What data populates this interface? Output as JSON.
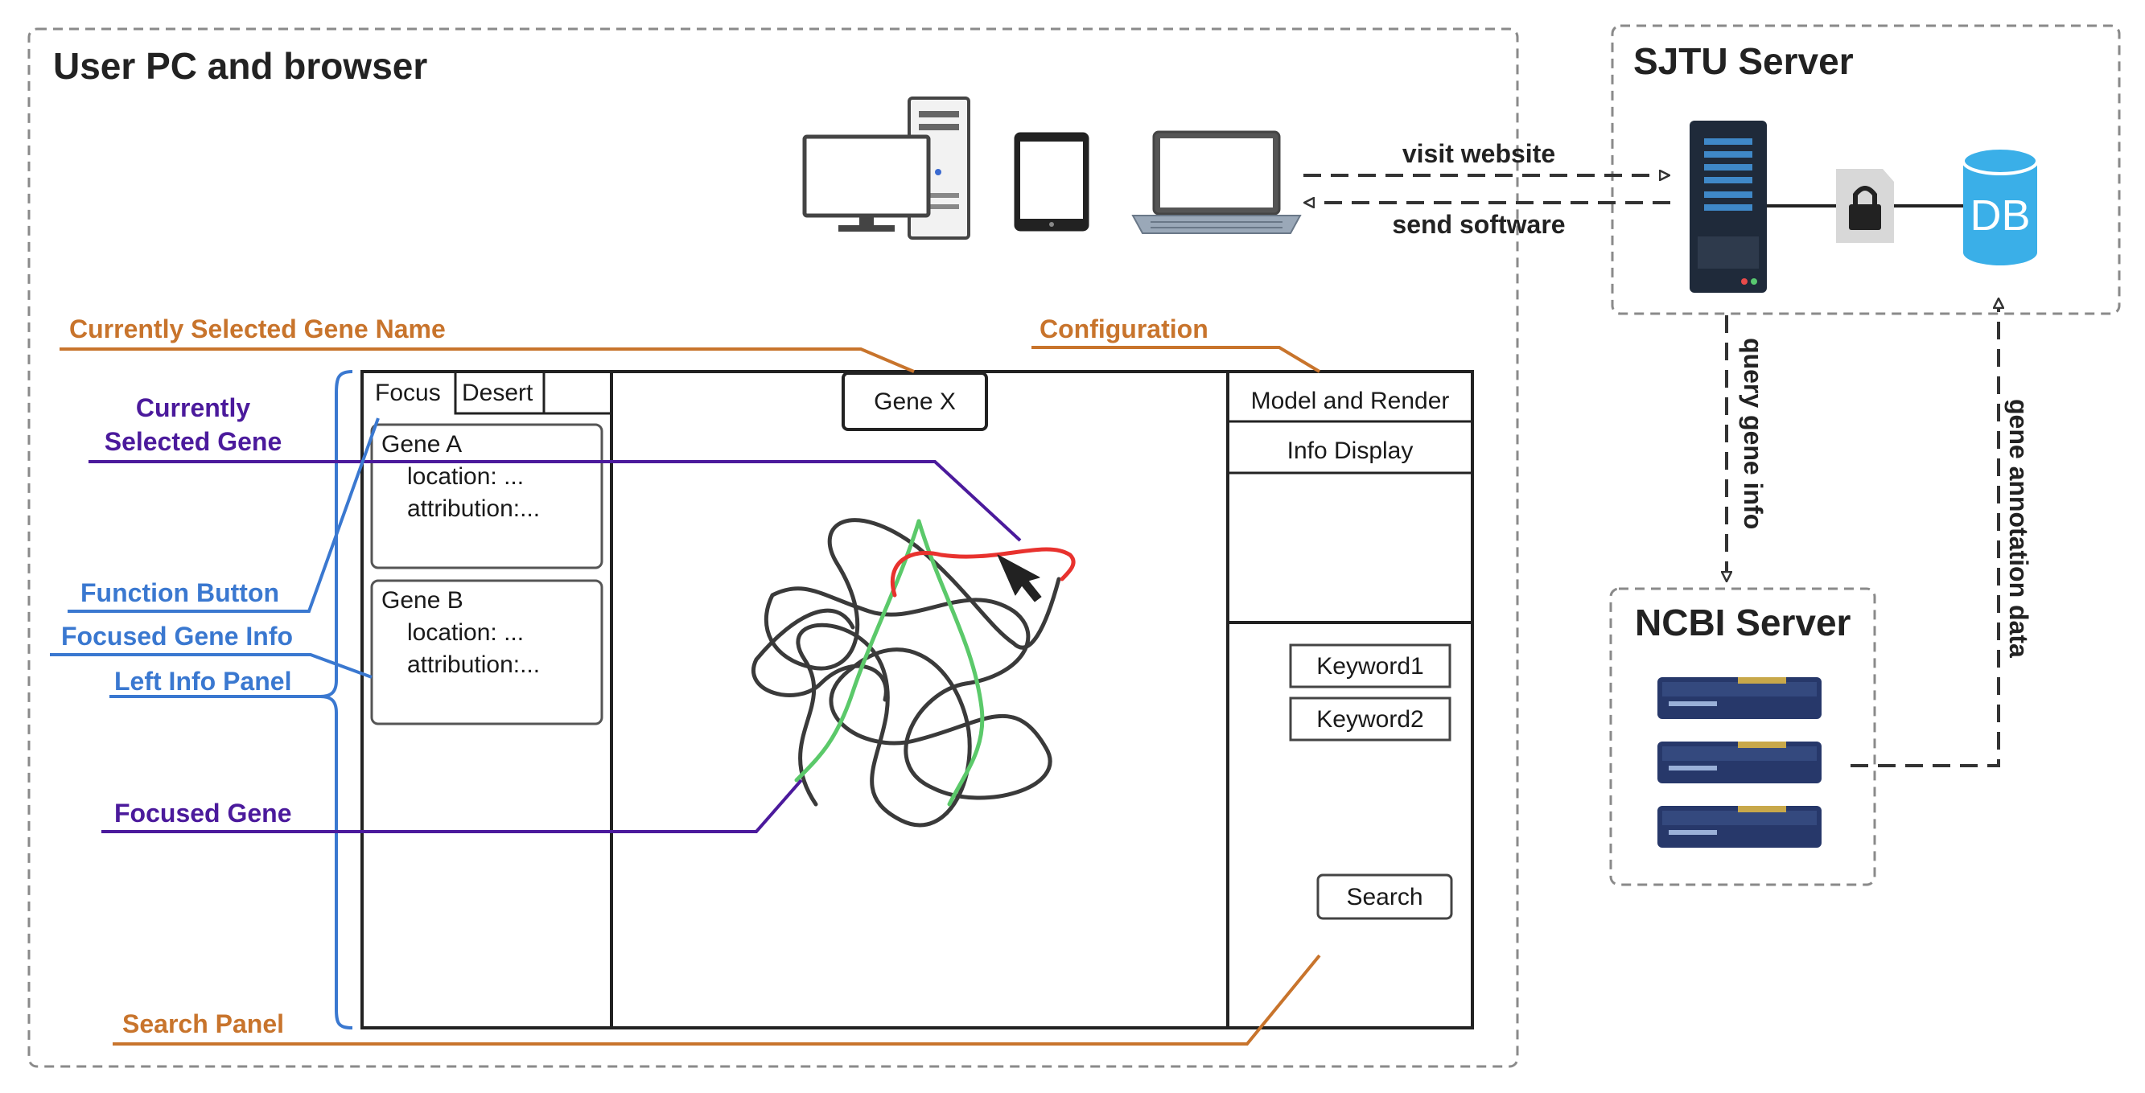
{
  "colors": {
    "orange": "#C8742C",
    "blue": "#3A78D0",
    "purple": "#4B1A9C",
    "dashed_border": "#8a8a8a",
    "db": "#3AAFE8",
    "server_dark": "#1F2A3A",
    "curve_red": "#E8322E",
    "curve_green": "#5BC96A"
  },
  "regions": {
    "user_pc": "User PC and browser",
    "sjtu": "SJTU Server",
    "ncbi": "NCBI Server"
  },
  "devices": [
    "desktop-computer-icon",
    "tablet-icon",
    "laptop-icon"
  ],
  "arrows": {
    "visit": "visit website",
    "send": "send software",
    "query": "query gene info",
    "annotation": "gene annotation data"
  },
  "db_label": "DB",
  "annotations": {
    "gene_name": "Currently Selected Gene Name",
    "configuration": "Configuration",
    "selected_gene_1": "Currently",
    "selected_gene_2": "Selected Gene",
    "function_button": "Function Button",
    "focused_gene_info": "Focused Gene Info",
    "left_info_panel": "Left Info Panel",
    "focused_gene": "Focused Gene",
    "search_panel": "Search Panel"
  },
  "mockup": {
    "tabs": [
      "Focus",
      "Desert"
    ],
    "genes": [
      {
        "name": "Gene A",
        "location": "location: ...",
        "attribution": "attribution:..."
      },
      {
        "name": "Gene B",
        "location": "location: ...",
        "attribution": "attribution:..."
      }
    ],
    "gene_title": "Gene X",
    "config_buttons": [
      "Model and Render",
      "Info Display"
    ],
    "keywords": [
      "Keyword1",
      "Keyword2"
    ],
    "search": "Search"
  }
}
